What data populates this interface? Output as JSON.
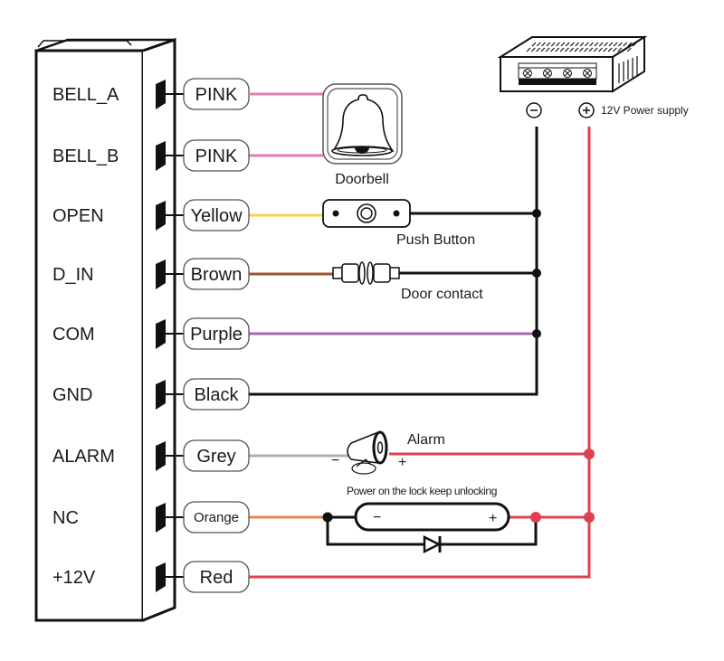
{
  "controller": {
    "terminals": [
      {
        "name": "BELL_A",
        "wire": "PINK",
        "wire_color": "#e07fb0"
      },
      {
        "name": "BELL_B",
        "wire": "PINK",
        "wire_color": "#e07fb0"
      },
      {
        "name": "OPEN",
        "wire": "Yellow",
        "wire_color": "#f3d44a"
      },
      {
        "name": "D_IN",
        "wire": "Brown",
        "wire_color": "#a0522d"
      },
      {
        "name": "COM",
        "wire": "Purple",
        "wire_color": "#a46aa8"
      },
      {
        "name": "GND",
        "wire": "Black",
        "wire_color": "#111111"
      },
      {
        "name": "ALARM",
        "wire": "Grey",
        "wire_color": "#b0b0b0"
      },
      {
        "name": "NC",
        "wire": "Orange",
        "wire_color": "#e8874a"
      },
      {
        "name": "+12V",
        "wire": "Red",
        "wire_color": "#e04050"
      }
    ]
  },
  "devices": {
    "doorbell": "Doorbell",
    "push_button": "Push Button",
    "door_contact": "Door contact",
    "alarm": "Alarm",
    "alarm_minus": "−",
    "alarm_plus": "+",
    "lock_caption": "Power on the lock keep unlocking",
    "lock_minus": "−",
    "lock_plus": "+",
    "power_supply": "12V Power supply",
    "ps_minus": "−",
    "ps_plus": "+"
  },
  "colors": {
    "positive_line": "#e04050",
    "negative_line": "#111111"
  }
}
